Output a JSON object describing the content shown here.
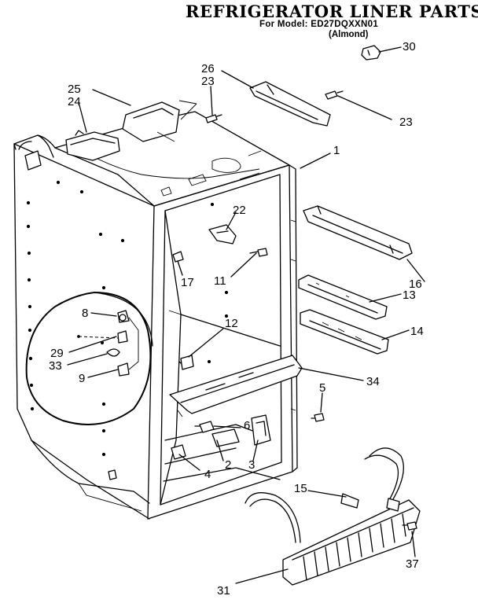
{
  "header": {
    "title": "REFRIGERATOR LINER PARTS",
    "model_line": "For Model: ED27DQXXN01",
    "color_line": "(Almond)"
  },
  "callouts": [
    {
      "id": "c1",
      "label": "1"
    },
    {
      "id": "c2",
      "label": "2"
    },
    {
      "id": "c3",
      "label": "3"
    },
    {
      "id": "c4",
      "label": "4"
    },
    {
      "id": "c5",
      "label": "5"
    },
    {
      "id": "c6",
      "label": "6"
    },
    {
      "id": "c8",
      "label": "8"
    },
    {
      "id": "c9",
      "label": "9"
    },
    {
      "id": "c11",
      "label": "11"
    },
    {
      "id": "c12",
      "label": "12"
    },
    {
      "id": "c13",
      "label": "13"
    },
    {
      "id": "c14",
      "label": "14"
    },
    {
      "id": "c15",
      "label": "15"
    },
    {
      "id": "c16",
      "label": "16"
    },
    {
      "id": "c17",
      "label": "17"
    },
    {
      "id": "c22",
      "label": "22"
    },
    {
      "id": "c23a",
      "label": "23"
    },
    {
      "id": "c23b",
      "label": "23"
    },
    {
      "id": "c24",
      "label": "24"
    },
    {
      "id": "c25",
      "label": "25"
    },
    {
      "id": "c26",
      "label": "26"
    },
    {
      "id": "c29",
      "label": "29"
    },
    {
      "id": "c30",
      "label": "30"
    },
    {
      "id": "c31",
      "label": "31"
    },
    {
      "id": "c33",
      "label": "33"
    },
    {
      "id": "c34",
      "label": "34"
    },
    {
      "id": "c37",
      "label": "37"
    }
  ]
}
